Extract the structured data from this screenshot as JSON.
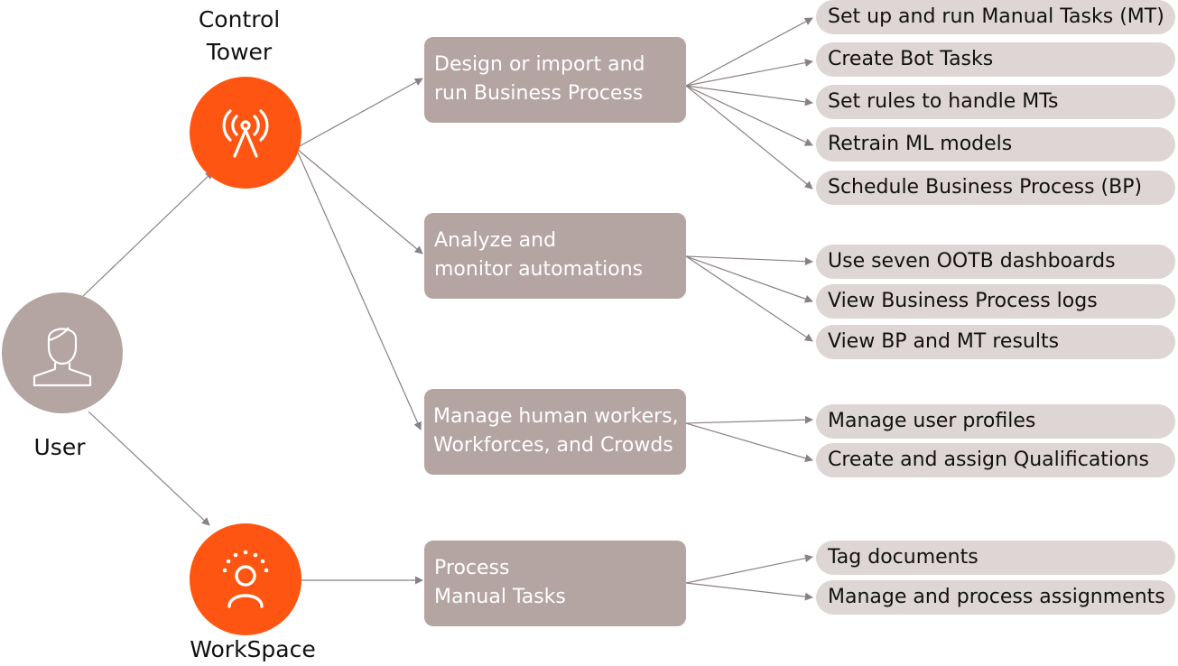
{
  "nodes": {
    "control_tower": {
      "label_line1": "Control",
      "label_line2": "Tower",
      "icon": "antenna-tower-icon",
      "color": "#ff5512"
    },
    "user": {
      "label": "User",
      "icon": "user-person-icon",
      "color": "#b4a4a2"
    },
    "workspace": {
      "label": "WorkSpace",
      "icon": "worker-person-icon",
      "color": "#ff5512"
    }
  },
  "processes": [
    {
      "line1": "Design or import and",
      "line2": "run Business Process"
    },
    {
      "line1": "Analyze and",
      "line2": "monitor automations"
    },
    {
      "line1": "Manage human workers,",
      "line2": "Workforces, and Crowds"
    },
    {
      "line1": "Process",
      "line2": "Manual Tasks"
    }
  ],
  "tasks": [
    {
      "label": "Set up and run Manual Tasks (MT)"
    },
    {
      "label": "Create Bot Tasks"
    },
    {
      "label": "Set rules to handle MTs"
    },
    {
      "label": "Retrain ML models"
    },
    {
      "label": "Schedule Business Process (BP)"
    },
    {
      "label": "Use seven OOTB dashboards"
    },
    {
      "label": "View Business Process logs"
    },
    {
      "label": "View BP and MT results"
    },
    {
      "label": "Manage user profiles"
    },
    {
      "label": "Create and assign Qualifications"
    },
    {
      "label": "Tag documents"
    },
    {
      "label": "Manage and process assignments"
    }
  ],
  "colors": {
    "arrow": "#8a8080",
    "box": "#b4a4a2",
    "pill": "#ddd6d4",
    "accent": "#ff5512"
  }
}
